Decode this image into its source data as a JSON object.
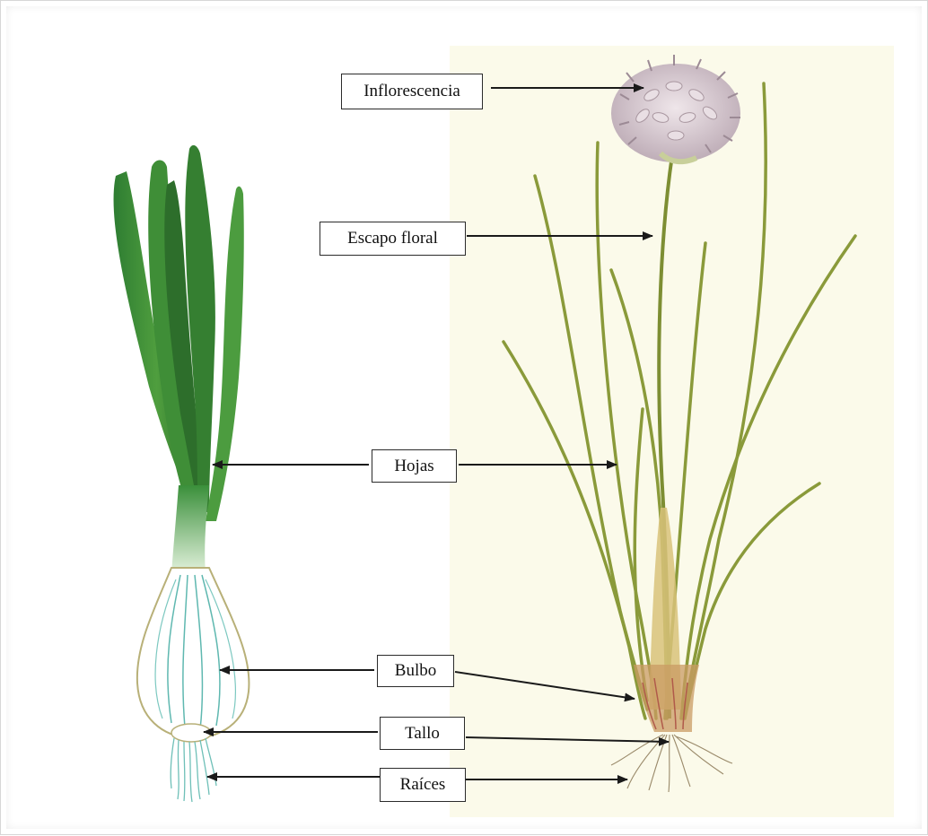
{
  "labels": {
    "inflorescencia": "Inflorescencia",
    "escapo_floral": "Escapo floral",
    "hojas": "Hojas",
    "bulbo": "Bulbo",
    "tallo": "Tallo",
    "raices": "Raíces"
  },
  "colors": {
    "leaf_dark": "#2e7d32",
    "leaf_light": "#5fae4a",
    "bulb_outline": "#b8b078",
    "bulb_vein": "#5fb8b0",
    "chive_leaf": "#8a9a3a",
    "flower": "#cfc0c8",
    "background_right": "#fbfaea"
  }
}
